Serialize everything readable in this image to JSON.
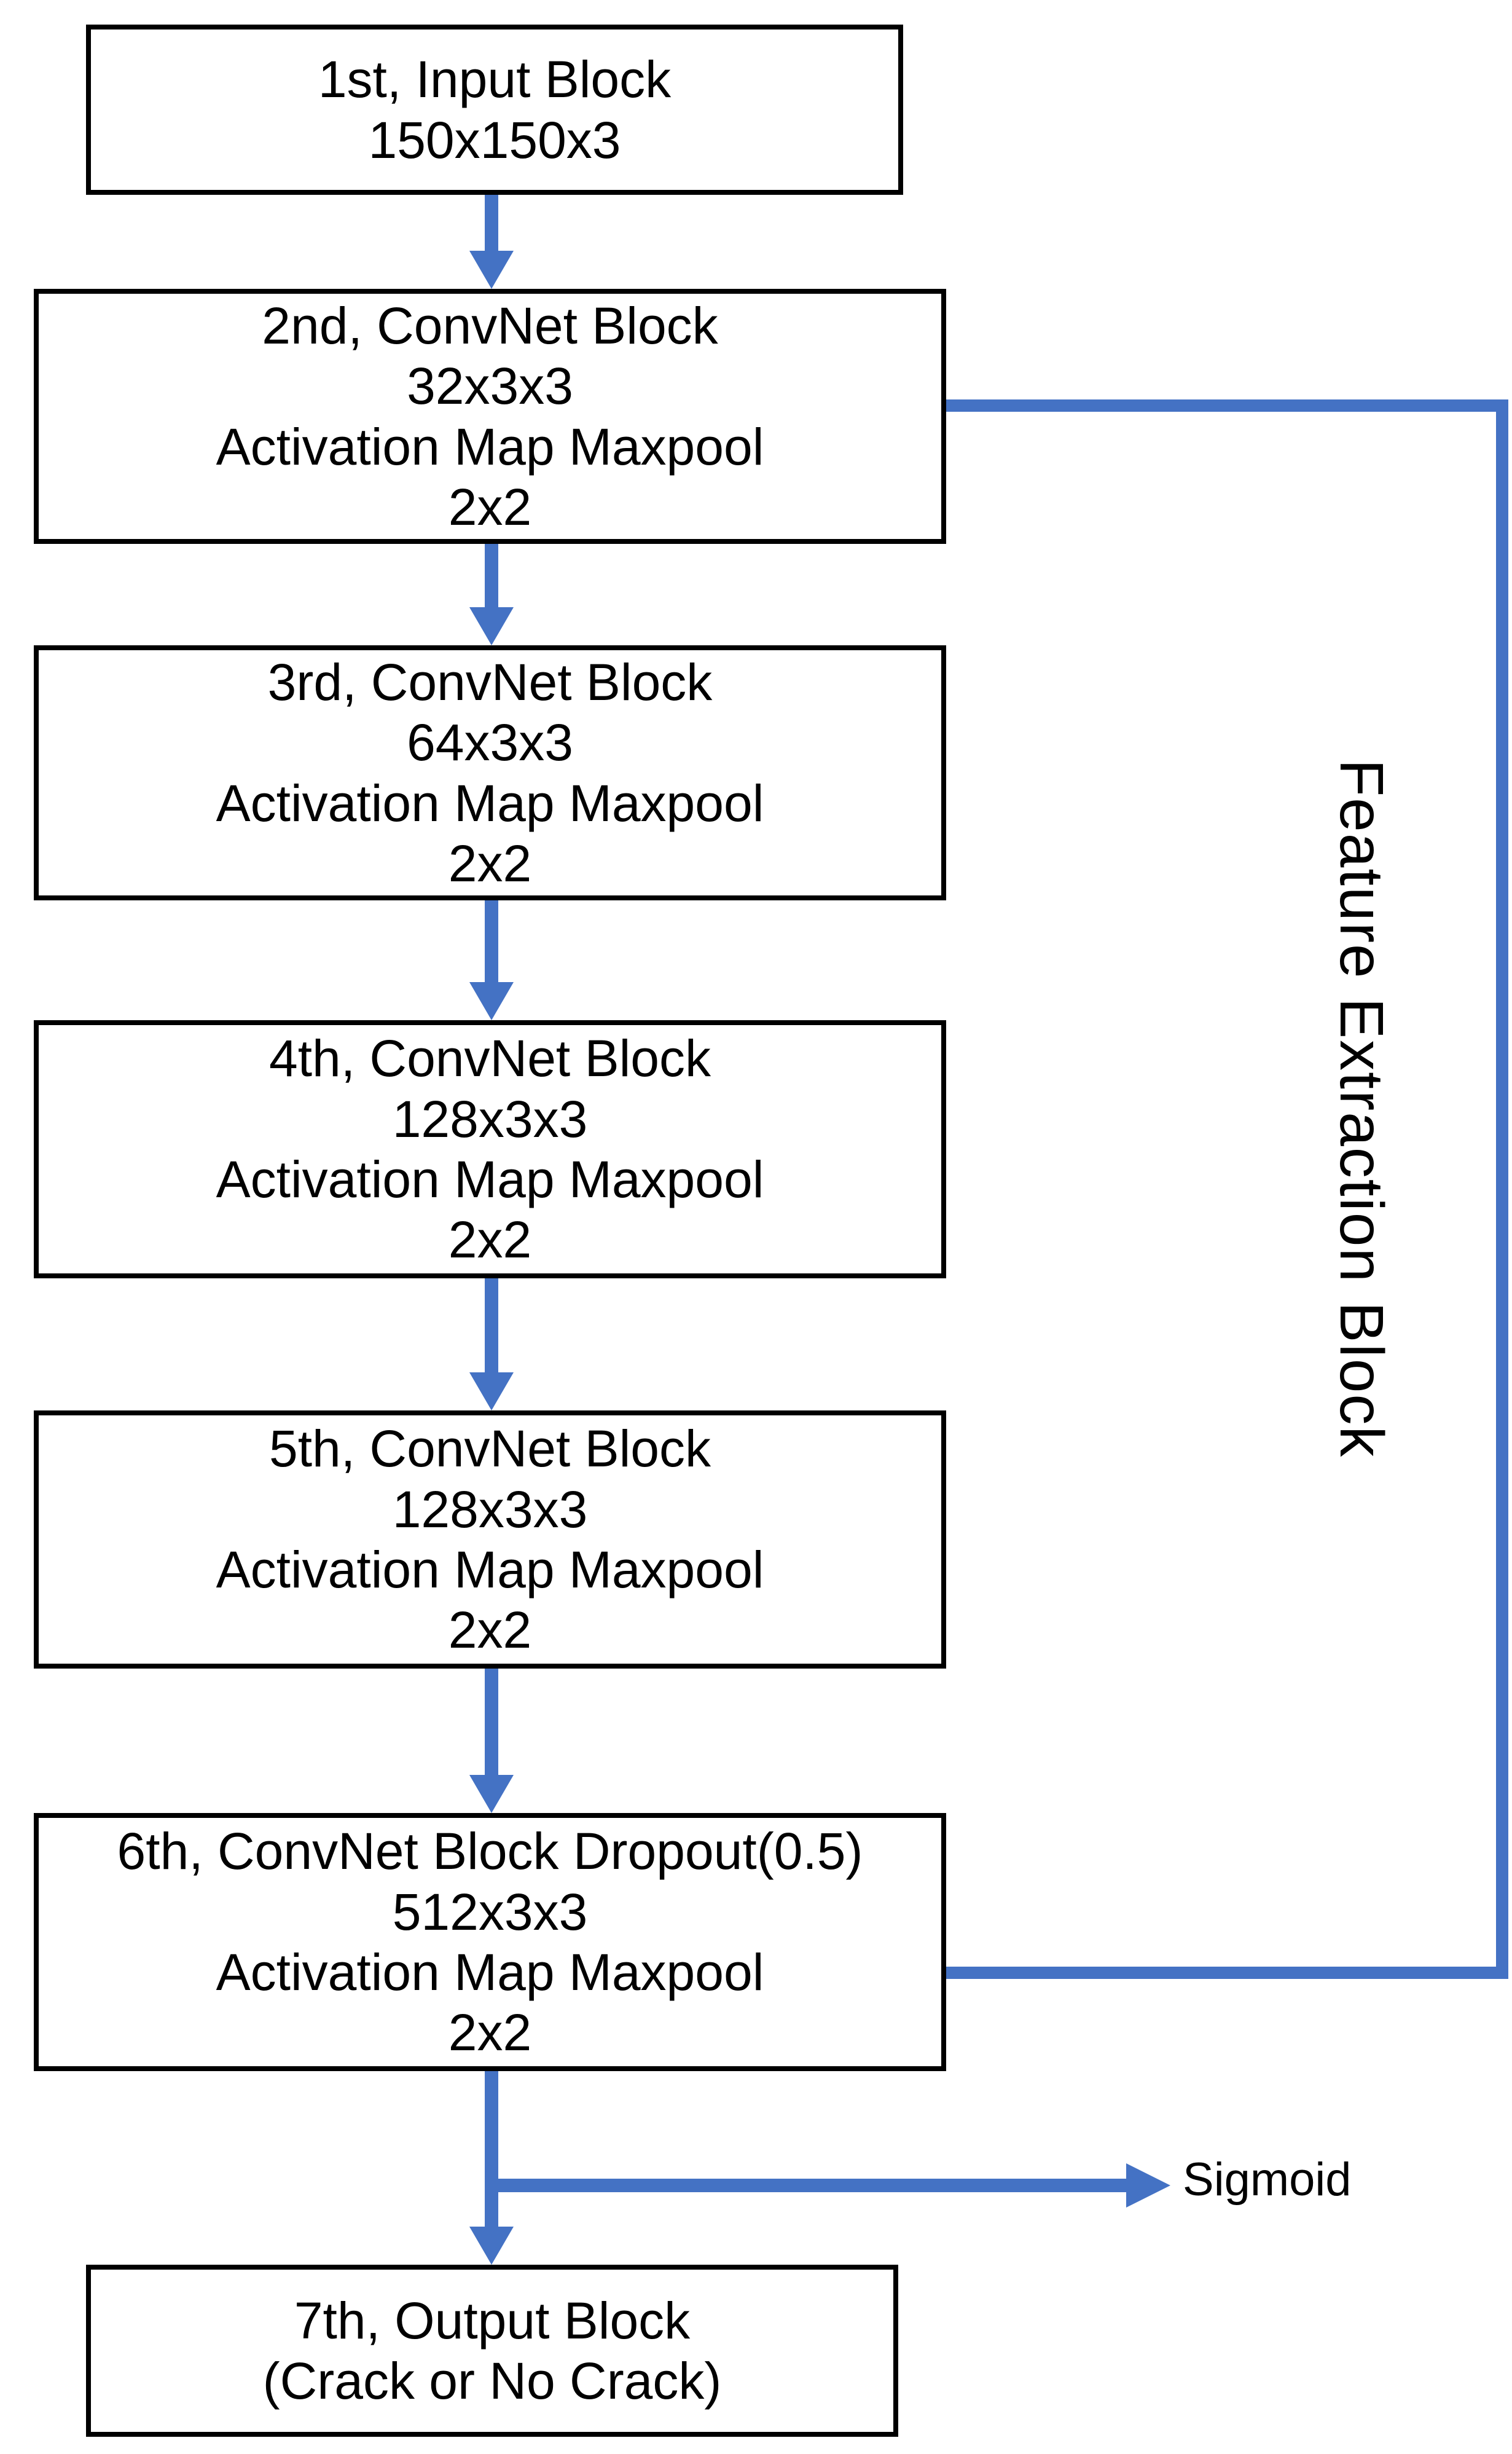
{
  "diagram": {
    "blocks": [
      {
        "id": "block-1",
        "lines": [
          "1st, Input Block",
          "150x150x3"
        ]
      },
      {
        "id": "block-2",
        "lines": [
          "2nd, ConvNet Block",
          "32x3x3",
          "Activation Map Maxpool",
          "2x2"
        ]
      },
      {
        "id": "block-3",
        "lines": [
          "3rd, ConvNet Block",
          "64x3x3",
          "Activation Map Maxpool",
          "2x2"
        ]
      },
      {
        "id": "block-4",
        "lines": [
          "4th, ConvNet Block",
          "128x3x3",
          "Activation Map Maxpool",
          "2x2"
        ]
      },
      {
        "id": "block-5",
        "lines": [
          "5th, ConvNet Block",
          "128x3x3",
          "Activation Map Maxpool",
          "2x2"
        ]
      },
      {
        "id": "block-6",
        "lines": [
          "6th, ConvNet Block Dropout(0.5)",
          "512x3x3",
          "Activation Map Maxpool",
          "2x2"
        ]
      },
      {
        "id": "block-7",
        "lines": [
          "7th, Output Block",
          "(Crack or No Crack)"
        ]
      }
    ],
    "side_label": "Feature Extraction Block",
    "sigmoid_label": "Sigmoid",
    "colors": {
      "arrow": "#4472C4",
      "border": "#000000",
      "background": "#FFFFFF",
      "text": "#000000"
    }
  }
}
